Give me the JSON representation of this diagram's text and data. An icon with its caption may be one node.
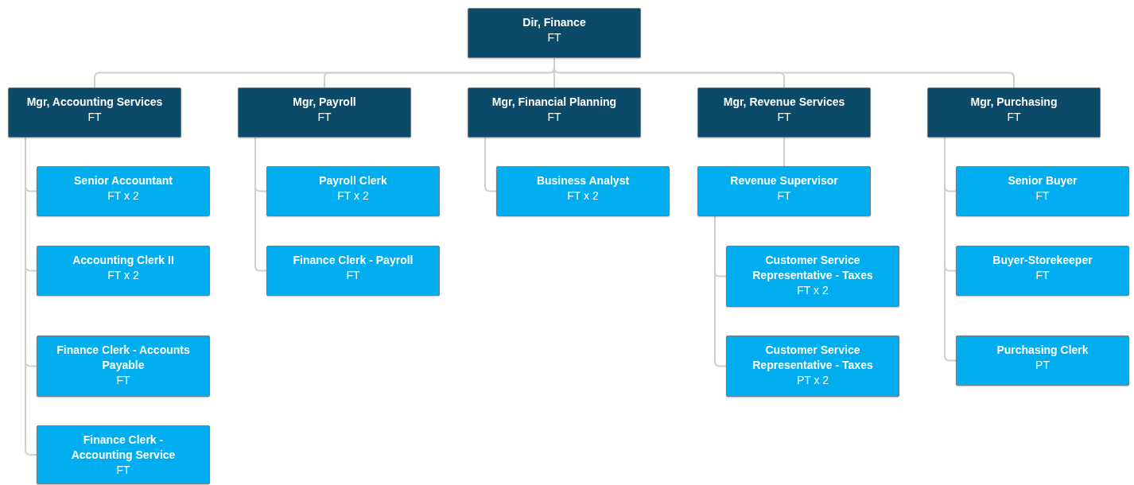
{
  "diagram": {
    "nodes": [
      {
        "text": [
          "Dir, Finance",
          "FT"
        ]
      },
      {
        "text": [
          "Mgr, Accounting Services",
          "FT"
        ]
      },
      {
        "text": [
          "Mgr, Payroll",
          "FT"
        ]
      },
      {
        "text": [
          "Mgr, Financial Planning",
          "FT"
        ]
      },
      {
        "text": [
          "Mgr, Revenue Services",
          "FT"
        ]
      },
      {
        "text": [
          "Mgr, Purchasing",
          "FT"
        ]
      },
      {
        "text": [
          "Senior Accountant",
          "FT x 2"
        ]
      },
      {
        "text": [
          "Accounting Clerk II",
          "FT x 2"
        ]
      },
      {
        "text": [
          "Finance Clerk - Accounts Payable",
          "FT"
        ]
      },
      {
        "text": [
          "Finance Clerk - Accounting Service",
          "FT"
        ]
      },
      {
        "text": [
          "Payroll Clerk",
          "FT x 2"
        ]
      },
      {
        "text": [
          "Finance Clerk - Payroll",
          "FT"
        ]
      },
      {
        "text": [
          "Business Analyst",
          "FT x 2"
        ]
      },
      {
        "text": [
          "Revenue Supervisor",
          "FT"
        ]
      },
      {
        "text": [
          "Customer Service Representative - Taxes",
          "FT x 2"
        ]
      },
      {
        "text": [
          "Customer Service Representative - Taxes",
          "PT x 2"
        ]
      },
      {
        "text": [
          "Senior Buyer",
          "FT"
        ]
      },
      {
        "text": [
          "Buyer-Storekeeper",
          "FT"
        ]
      },
      {
        "text": [
          "Purchasing Clerk",
          "PT"
        ]
      }
    ],
    "edges": [
      {
        "from": 0,
        "to": 1,
        "arrow": "none"
      },
      {
        "from": 0,
        "to": 2,
        "arrow": "none"
      },
      {
        "from": 0,
        "to": 3,
        "arrow": "none"
      },
      {
        "from": 0,
        "to": 4,
        "arrow": "none"
      },
      {
        "from": 0,
        "to": 5,
        "arrow": "none"
      },
      {
        "from": 1,
        "to": 6,
        "arrow": "none"
      },
      {
        "from": 1,
        "to": 7,
        "arrow": "none"
      },
      {
        "from": 1,
        "to": 8,
        "arrow": "none"
      },
      {
        "from": 1,
        "to": 9,
        "arrow": "none"
      },
      {
        "from": 2,
        "to": 10,
        "arrow": "none"
      },
      {
        "from": 2,
        "to": 11,
        "arrow": "none"
      },
      {
        "from": 3,
        "to": 12,
        "arrow": "none"
      },
      {
        "from": 4,
        "to": 13,
        "arrow": "none"
      },
      {
        "from": 13,
        "to": 14,
        "arrow": "none"
      },
      {
        "from": 13,
        "to": 15,
        "arrow": "none"
      },
      {
        "from": 5,
        "to": 16,
        "arrow": "none"
      },
      {
        "from": 5,
        "to": 17,
        "arrow": "none"
      },
      {
        "from": 5,
        "to": 18,
        "arrow": "none"
      }
    ]
  }
}
